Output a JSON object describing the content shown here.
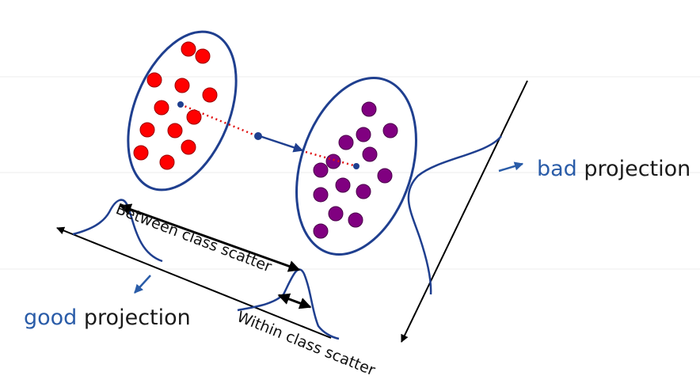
{
  "labels": {
    "bad_accent": "bad",
    "bad_rest": " projection",
    "good_accent": "good",
    "good_rest": " projection",
    "between": "Between class scatter",
    "within": "Within class scatter"
  },
  "colors": {
    "outline": "#1f3f8f",
    "class_a": "#ff0000",
    "class_b": "#800080",
    "accent_text": "#2a5ca8",
    "axis": "#000000",
    "mean_link_dots": "#e01010"
  }
}
